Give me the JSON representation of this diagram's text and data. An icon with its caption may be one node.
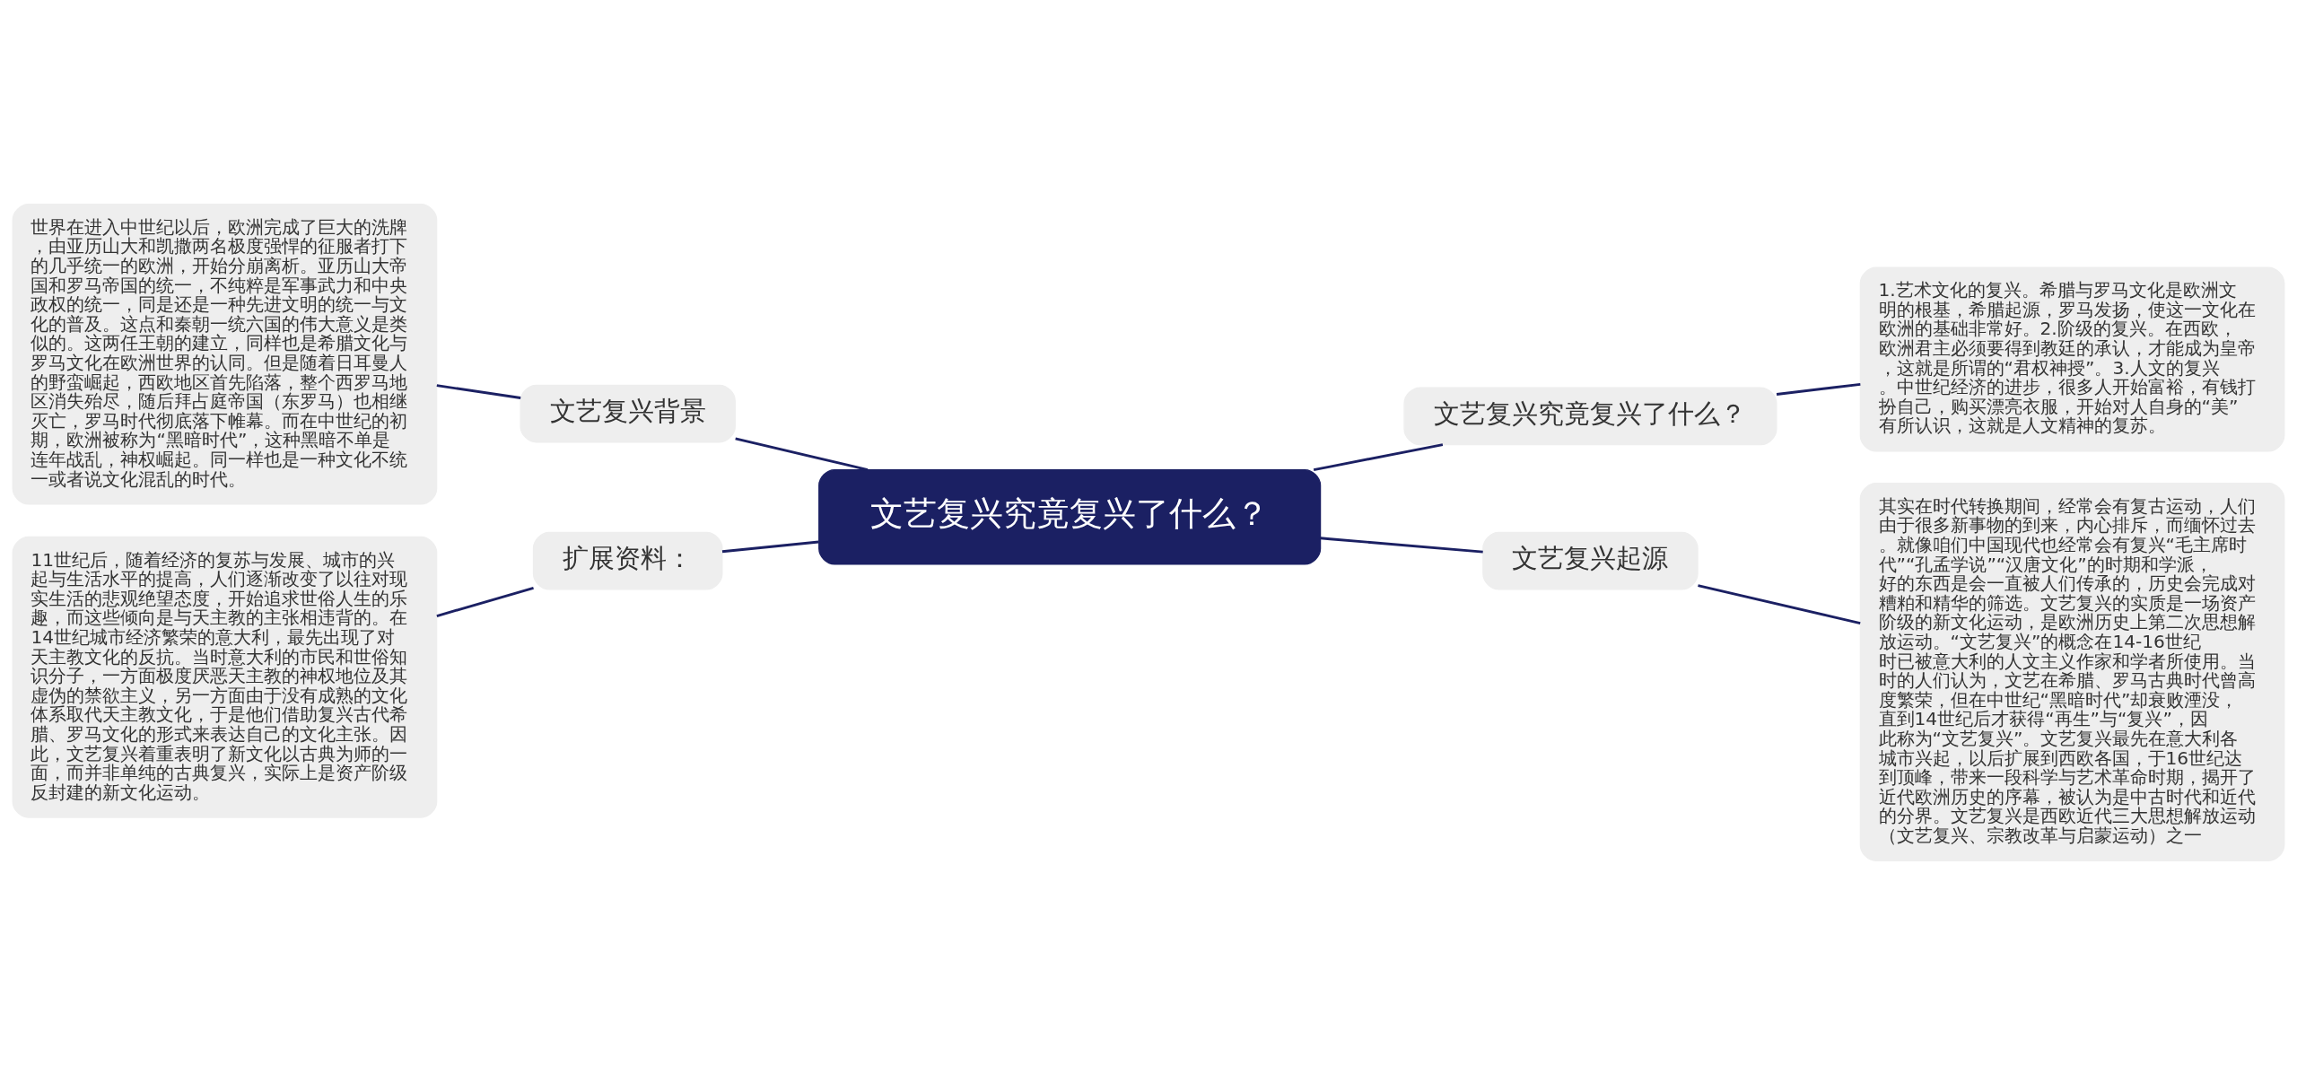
{
  "diagram": {
    "nodes": [
      {
        "text": [
          "文艺复兴究竟复兴了什么？"
        ]
      },
      {
        "text": [
          "文艺复兴背景"
        ]
      },
      {
        "text": [
          "世界在进入中世纪以后，欧洲完成了巨大的洗牌，由亚历山大和凯撒两名极度强悍的征服者打下的几乎统一的欧洲，开始分崩离析。亚历山大帝国和罗马帝国的统一，不纯粹是军事武力和中央政权的统一，同是还是一种先进文明的统一与文化的普及。这点和秦朝一统六国的伟大意义是类似的。这两任王朝的建立，同样也是希腊文化与罗马文化在欧洲世界的认同。但是随着日耳曼人的野蛮崛起，西欧地区首先陷落，整个西罗马地区消失殆尽，随后拜占庭帝国（东罗马）也相继灭亡，罗马时代彻底落下帷幕。而在中世纪的初期，欧洲被称为“黑暗时代”，这种黑暗不单是连年战乱，神权崛起。同一样也是一种文化不统一或者说文化混乱的时代。"
        ]
      },
      {
        "text": [
          "扩展资料："
        ]
      },
      {
        "text": [
          "11世纪后，随着经济的复苏与发展、城市的兴起与生活水平的提高，人们逐渐改变了以往对现实生活的悲观绝望态度，开始追求世俗人生的乐趣，而这些倾向是与天主教的主张相违背的。在14世纪城市经济繁荣的意大利，最先出现了对天主教文化的反抗。当时意大利的市民和世俗知识分子，一方面极度厌恶天主教的神权地位及其虚伪的禁欲主义，另一方面由于没有成熟的文化体系取代天主教文化，于是他们借助复兴古代希腊、罗马文化的形式来表达自己的文化主张。因此，文艺复兴着重表明了新文化以古典为师的一面，而并非单纯的古典复兴，实际上是资产阶级反封建的新文化运动。"
        ]
      },
      {
        "text": [
          "文艺复兴究竟复兴了什么？"
        ]
      },
      {
        "text": [
          "1.艺术文化的复兴。希腊与罗马文化是欧洲文明的根基，希腊起源，罗马发扬，使这一文化在欧洲的基础非常好。2.阶级的复兴。在西欧，欧洲君主必须要得到教廷的承认，才能成为皇帝，这就是所谓的“君权神授”。3.人文的复兴。中世纪经济的进步，很多人开始富裕，有钱打扮自己，购买漂亮衣服，开始对人自身的“美”有所认识，这就是人文精神的复苏。"
        ]
      },
      {
        "text": [
          "文艺复兴起源"
        ]
      },
      {
        "text": [
          "其实在时代转换期间，经常会有复古运动，人们由于很多新事物的到来，内心排斥，而缅怀过去。就像咱们中国现代也经常会有复兴“毛主席时代”“孔孟学说”“汉唐文化”的时期和学派，好的东西是会一直被人们传承的，历史会完成对糟粕和精华的筛选。文艺复兴的实质是一场资产阶级的新文化运动，是欧洲历史上第二次思想解放运动。“文艺复兴”的概念在14-16世纪时已被意大利的人文主义作家和学者所使用。当时的人们认为，文艺在希腊、罗马古典时代曾高度繁荣，但在中世纪“黑暗时代”却衰败湮没，直到14世纪后才获得“再生”与“复兴”，因此称为“文艺复兴”。文艺复兴最先在意大利各城市兴起，以后扩展到西欧各国，于16世纪达到顶峰，带来一段科学与艺术革命时期，揭开了近代欧洲历史的序幕，被认为是中古时代和近代的分界。文艺复兴是西欧近代三大思想解放运动（文艺复兴、宗教改革与启蒙运动）之一"
        ]
      }
    ],
    "edges": [
      {
        "from": 0,
        "to": 1,
        "arrow": "none"
      },
      {
        "from": 1,
        "to": 2,
        "arrow": "none"
      },
      {
        "from": 0,
        "to": 3,
        "arrow": "none"
      },
      {
        "from": 3,
        "to": 4,
        "arrow": "none"
      },
      {
        "from": 0,
        "to": 5,
        "arrow": "none"
      },
      {
        "from": 5,
        "to": 6,
        "arrow": "none"
      },
      {
        "from": 0,
        "to": 7,
        "arrow": "none"
      },
      {
        "from": 7,
        "to": 8,
        "arrow": "none"
      }
    ]
  }
}
